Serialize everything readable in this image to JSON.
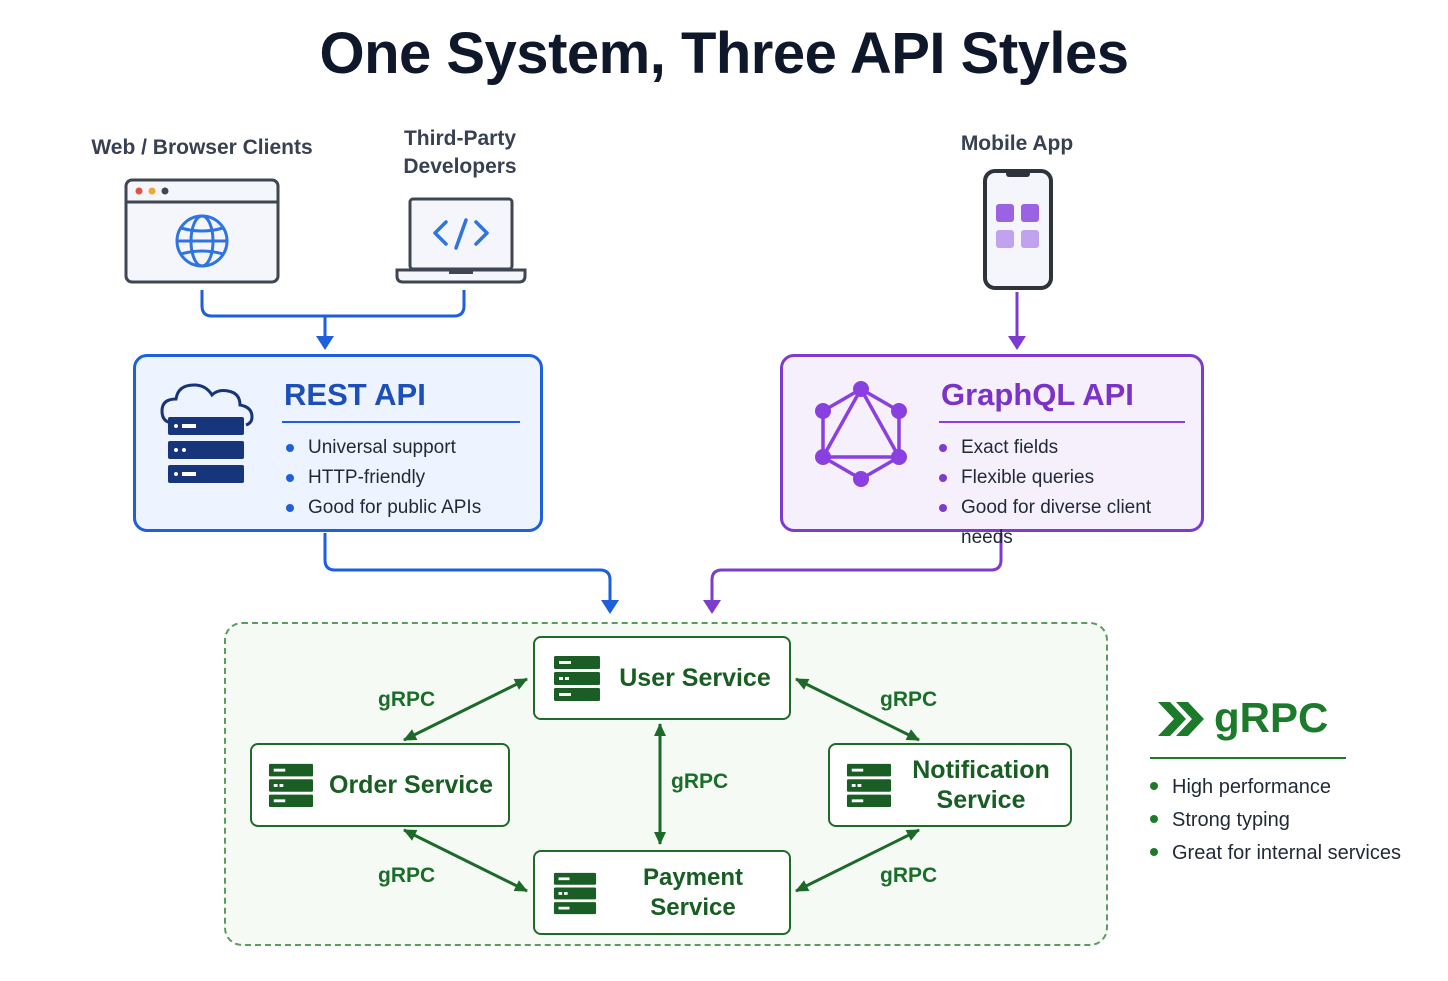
{
  "title": "One System, Three API Styles",
  "clients": {
    "web": "Web / Browser Clients",
    "third_party": "Third-Party\nDevelopers",
    "mobile": "Mobile App"
  },
  "rest": {
    "title": "REST API",
    "bullets": [
      "Universal support",
      "HTTP-friendly",
      "Good for public APIs"
    ]
  },
  "graphql": {
    "title": "GraphQL API",
    "bullets": [
      "Exact fields",
      "Flexible queries",
      "Good for diverse client needs"
    ]
  },
  "services": {
    "user": "User Service",
    "order": "Order Service",
    "notification": "Notification\nService",
    "payment": "Payment Service"
  },
  "edges": {
    "user_order": "gRPC",
    "user_notification": "gRPC",
    "user_payment": "gRPC",
    "order_payment": "gRPC",
    "notification_payment": "gRPC"
  },
  "grpc": {
    "title": "gRPC",
    "bullets": [
      "High performance",
      "Strong typing",
      "Great for internal services"
    ]
  },
  "colors": {
    "rest": "#1d5fdc",
    "graphql": "#7e3bd0",
    "grpc": "#1c7a2b"
  }
}
